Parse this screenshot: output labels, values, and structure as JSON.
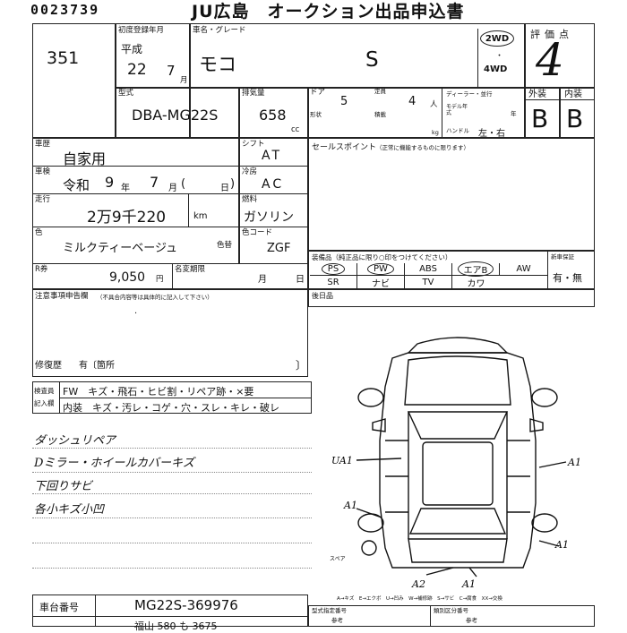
{
  "header": {
    "serial": "0023739",
    "title": "JU広島　オークション出品申込書"
  },
  "lot": {
    "number": "351"
  },
  "first_registration": {
    "label": "初度登録年月",
    "era": "平成",
    "year": "22",
    "month": "7",
    "month_unit": "月"
  },
  "vehicle": {
    "name_grade_label": "車名・グレード",
    "name": "モコ",
    "grade": "S",
    "drive_selected": "2WD",
    "drive_other": "4WD",
    "model_label": "型式",
    "model": "DBA-MG22S",
    "displacement_label": "排気量",
    "displacement": "658",
    "displacement_unit": "cc",
    "doors_label": "ドア",
    "doors": "5",
    "capacity_label": "定員",
    "capacity": "4",
    "capacity_unit": "人",
    "shape_label": "形状",
    "loading_label": "積載",
    "loading_unit": "kg",
    "dealer_label": "ディーラー・並行",
    "model_year_label": "モデル年式",
    "model_year_unit": "年",
    "handle_label": "ハンドル",
    "handle_options": "左・右"
  },
  "evaluation": {
    "label": "評価点",
    "score": "4",
    "exterior_label": "外装",
    "interior_label": "内装",
    "exterior": "B",
    "interior": "B"
  },
  "usage": {
    "label": "車歴",
    "value": "自家用"
  },
  "inspection": {
    "label": "車検",
    "era": "令和",
    "year": "9",
    "year_unit": "年",
    "month": "7",
    "month_unit": "月",
    "day_unit": "日"
  },
  "mileage": {
    "label": "走行",
    "value": "2万9千220",
    "unit": "km"
  },
  "color": {
    "label": "色",
    "value": "ミルクティーベージュ",
    "change_label": "色替"
  },
  "shift": {
    "label": "シフト",
    "value": "AT"
  },
  "aircon": {
    "label": "冷房",
    "value": "AC"
  },
  "fuel": {
    "label": "燃料",
    "value": "ガソリン"
  },
  "color_code": {
    "label": "色コード",
    "value": "ZGF"
  },
  "recycle": {
    "label": "R券",
    "value": "9,050",
    "unit": "円"
  },
  "name_change": {
    "label": "名変期限",
    "month_unit": "月",
    "day_unit": "日"
  },
  "sales_point": {
    "label": "セールスポイント",
    "note": "（正常に機能するものに限ります）"
  },
  "equipment": {
    "label": "装備品（純正品に限り○印をつけてください）",
    "items": [
      "PS",
      "PW",
      "ABS",
      "エアB",
      "AW",
      "SR",
      "ナビ",
      "TV",
      "カワ"
    ],
    "circled": [
      "PS",
      "PW",
      "エアB"
    ]
  },
  "new_car_warranty": {
    "label": "新車保証",
    "value": "有・無"
  },
  "notes": {
    "label": "注意事項申告欄",
    "sub": "（不具合内容等は具体的に記入して下さい）",
    "repair_label": "修復歴",
    "repair_value": "有〔箇所",
    "repair_close": "〕"
  },
  "inspector": {
    "label1": "検査員",
    "label2": "記入欄",
    "row1": "FW　キズ・飛石・ヒビ割・リペア跡・×要",
    "row2": "内装　キズ・汚レ・コゲ・穴・スレ・キレ・破レ"
  },
  "handwritten": [
    "ダッシュリペア",
    "Dミラー・ホイールカバーキズ",
    "下回りサビ",
    "各小キズ小凹"
  ],
  "diagram": {
    "marks": [
      "UA1",
      "A1",
      "A1",
      "A2",
      "A1",
      "A1"
    ],
    "spare_label": "スペア",
    "legend": "A→キズ　E→エクボ　U→凹み　W→補修跡　S→サビ　C→腐食　XX→交換",
    "legend_left": "A〜キズ",
    "legend_right": "XX〜交換"
  },
  "chassis": {
    "label": "車台番号",
    "value": "MG22S-369976"
  },
  "bottom": {
    "model_designation_label": "型式指定番号",
    "category_label": "類別区分番号",
    "ref_label": "参考",
    "partial_text": "福山 580 も 3675"
  }
}
